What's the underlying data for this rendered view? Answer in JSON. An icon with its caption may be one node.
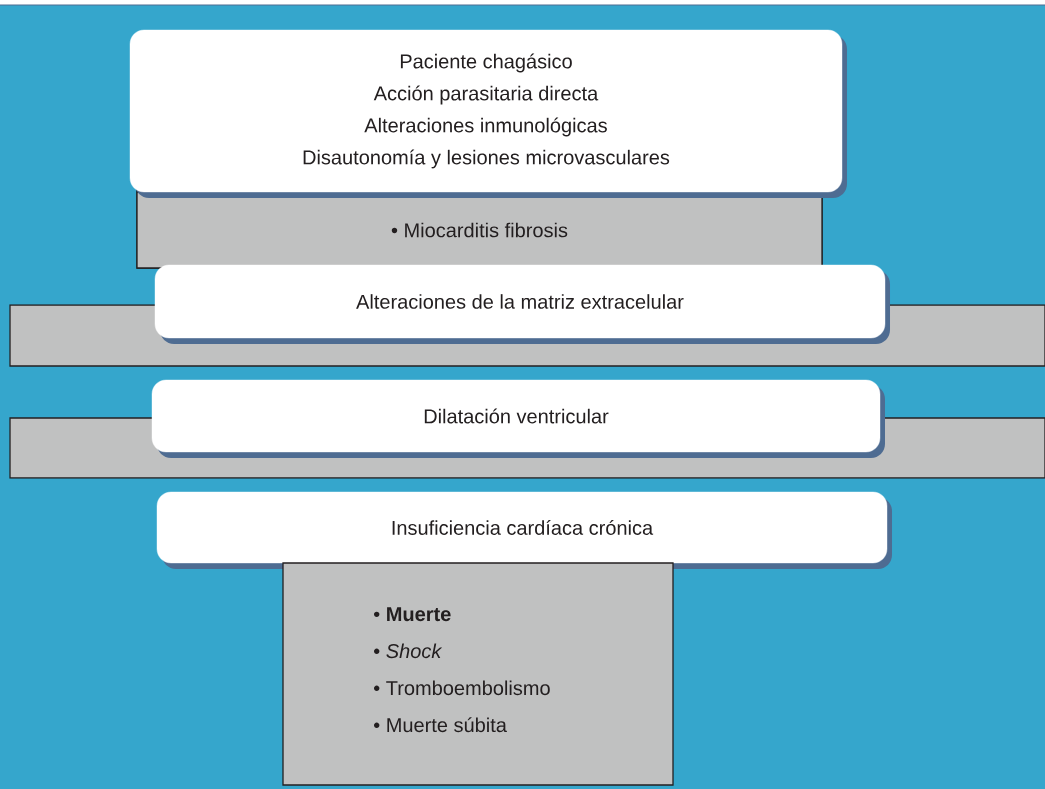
{
  "diagram": {
    "nodes": [
      {
        "text": [
          "Paciente chagásico",
          "Acción parasitaria directa",
          "Alteraciones inmunológicas",
          "Disautonomía y lesiones microvasculares"
        ]
      },
      {
        "text": [
          "• Miocarditis fibrosis"
        ]
      },
      {
        "text": [],
        "shape": "bar"
      },
      {
        "text": [
          "Alteraciones de la matriz extracelular"
        ]
      },
      {
        "text": [],
        "shape": "bar"
      },
      {
        "text": [
          "Dilatación ventricular"
        ]
      },
      {
        "text": [
          "Insuficiencia cardíaca crónica"
        ]
      },
      {
        "text": [
          "• **Muerte**",
          "• *Shock*",
          "• Tromboembolismo",
          "• Muerte súbita"
        ]
      }
    ]
  }
}
